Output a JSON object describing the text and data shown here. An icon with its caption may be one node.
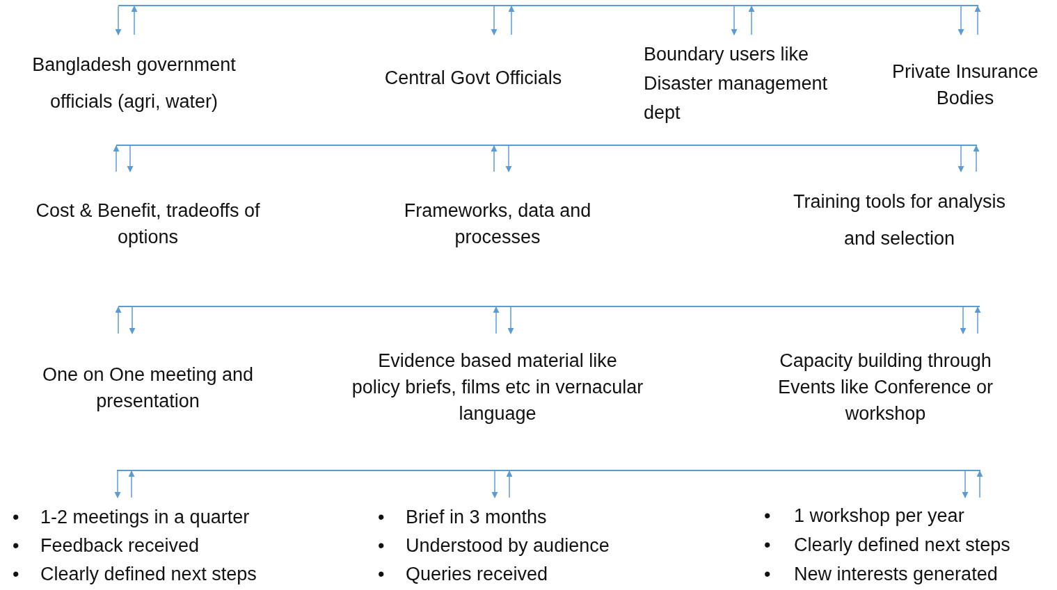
{
  "diagram": {
    "nodes": [
      {
        "text": [],
        "shape": "bar"
      },
      {
        "text": [
          "Bangladesh government officials (agri, water)"
        ]
      },
      {
        "text": [
          "Central Govt Officials"
        ]
      },
      {
        "text": [
          "Boundary users like Disaster management dept"
        ]
      },
      {
        "text": [
          "Private Insurance Bodies"
        ]
      },
      {
        "text": [],
        "shape": "bar"
      },
      {
        "text": [
          "Cost & Benefit, tradeoffs of options"
        ]
      },
      {
        "text": [
          "Frameworks, data and processes"
        ]
      },
      {
        "text": [
          "Training tools for analysis and selection"
        ]
      },
      {
        "text": [],
        "shape": "bar"
      },
      {
        "text": [
          "One on One meeting and presentation"
        ]
      },
      {
        "text": [
          "Evidence based material like policy briefs, films etc in vernacular language"
        ]
      },
      {
        "text": [
          "Capacity building through Events like Conference or workshop"
        ]
      },
      {
        "text": [],
        "shape": "bar"
      },
      {
        "text": [
          "1-2 meetings in a quarter",
          "Feedback received",
          "Clearly defined next steps"
        ]
      },
      {
        "text": [
          "Brief in 3 months",
          "Understood by audience",
          "Queries received"
        ]
      },
      {
        "text": [
          "1 workshop per year",
          "Clearly defined next steps",
          "New interests generated"
        ]
      }
    ],
    "edges": [
      {
        "from": 0,
        "to": 1,
        "arrow": "to"
      },
      {
        "from": 1,
        "to": 0,
        "arrow": "to"
      },
      {
        "from": 0,
        "to": 2,
        "arrow": "to"
      },
      {
        "from": 2,
        "to": 0,
        "arrow": "to"
      },
      {
        "from": 0,
        "to": 3,
        "arrow": "to"
      },
      {
        "from": 3,
        "to": 0,
        "arrow": "to"
      },
      {
        "from": 0,
        "to": 4,
        "arrow": "to"
      },
      {
        "from": 4,
        "to": 0,
        "arrow": "to"
      },
      {
        "from": 6,
        "to": 5,
        "arrow": "to"
      },
      {
        "from": 5,
        "to": 6,
        "arrow": "to"
      },
      {
        "from": 7,
        "to": 5,
        "arrow": "to"
      },
      {
        "from": 5,
        "to": 7,
        "arrow": "to"
      },
      {
        "from": 5,
        "to": 8,
        "arrow": "to"
      },
      {
        "from": 8,
        "to": 5,
        "arrow": "to"
      },
      {
        "from": 10,
        "to": 9,
        "arrow": "to"
      },
      {
        "from": 9,
        "to": 10,
        "arrow": "to"
      },
      {
        "from": 11,
        "to": 9,
        "arrow": "to"
      },
      {
        "from": 9,
        "to": 11,
        "arrow": "to"
      },
      {
        "from": 9,
        "to": 12,
        "arrow": "to"
      },
      {
        "from": 12,
        "to": 9,
        "arrow": "to"
      },
      {
        "from": 13,
        "to": 14,
        "arrow": "to"
      },
      {
        "from": 14,
        "to": 13,
        "arrow": "to"
      },
      {
        "from": 13,
        "to": 15,
        "arrow": "to"
      },
      {
        "from": 15,
        "to": 13,
        "arrow": "to"
      },
      {
        "from": 13,
        "to": 16,
        "arrow": "to"
      },
      {
        "from": 16,
        "to": 13,
        "arrow": "to"
      }
    ],
    "labels": [
      "•",
      "•",
      "•",
      "•",
      "•",
      "•",
      "•",
      "•",
      "•"
    ]
  }
}
